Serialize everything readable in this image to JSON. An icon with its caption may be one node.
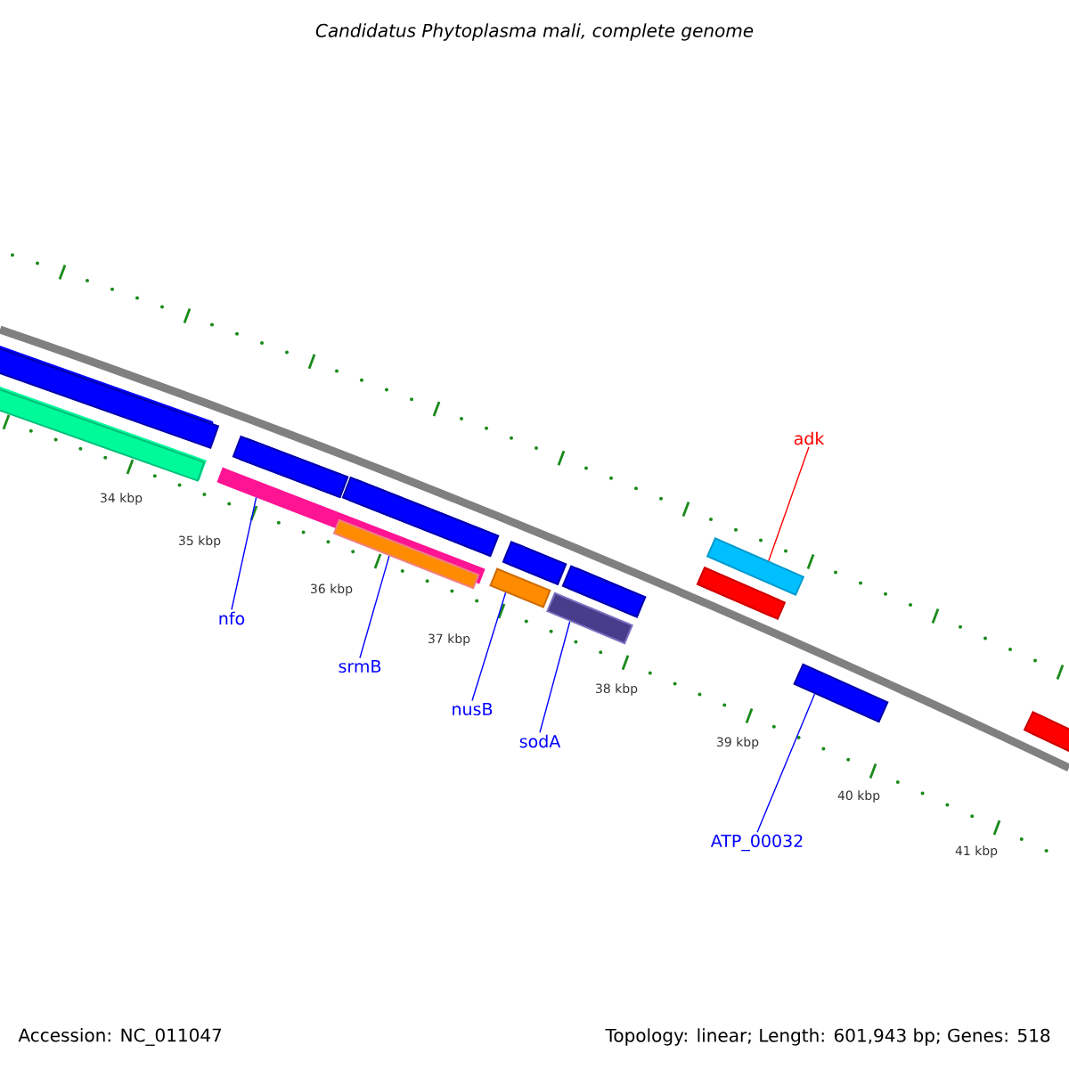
{
  "diagram": {
    "title": "Candidatus Phytoplasma mali, complete genome",
    "nodes": [
      {
        "text": [],
        "shape": "bar"
      },
      {
        "text": [],
        "shape": "bar"
      },
      {
        "text": [],
        "shape": "bar"
      },
      {
        "text": [],
        "shape": "bar"
      },
      {
        "text": [],
        "shape": "bar"
      },
      {
        "text": [],
        "shape": "bar"
      },
      {
        "text": [
          "adk"
        ]
      },
      {
        "text": [
          "nfo"
        ]
      },
      {
        "text": [
          "srmB"
        ]
      },
      {
        "text": [
          "nusB"
        ]
      },
      {
        "text": [
          "sodA"
        ]
      },
      {
        "text": [
          "ATP_00032"
        ]
      },
      {
        "text": [],
        "shape": "bar"
      },
      {
        "text": [],
        "shape": "bar"
      },
      {
        "text": [],
        "shape": "bar"
      },
      {
        "text": [],
        "shape": "bar"
      },
      {
        "text": [],
        "shape": "bar"
      },
      {
        "text": [],
        "shape": "bar"
      },
      {
        "text": [],
        "shape": "bar"
      },
      {
        "text": [],
        "shape": "bar"
      }
    ],
    "edges": [
      {
        "from": 6,
        "to": 4,
        "arrow": "none",
        "color": "#ff0000"
      },
      {
        "from": 7,
        "to": 0,
        "arrow": "none"
      },
      {
        "from": 8,
        "to": 1,
        "arrow": "none"
      },
      {
        "from": 9,
        "to": 2,
        "arrow": "none"
      },
      {
        "from": 10,
        "to": 3,
        "arrow": "none"
      },
      {
        "from": 11,
        "to": 5,
        "arrow": "none"
      }
    ],
    "labels": [
      "34 kbp",
      "35 kbp",
      "36 kbp",
      "37 kbp",
      "38 kbp",
      "39 kbp",
      "40 kbp",
      "41 kbp",
      "Accession: NC_011047",
      "Topology: linear; Length: 601,943 bp; Genes: 518"
    ]
  }
}
